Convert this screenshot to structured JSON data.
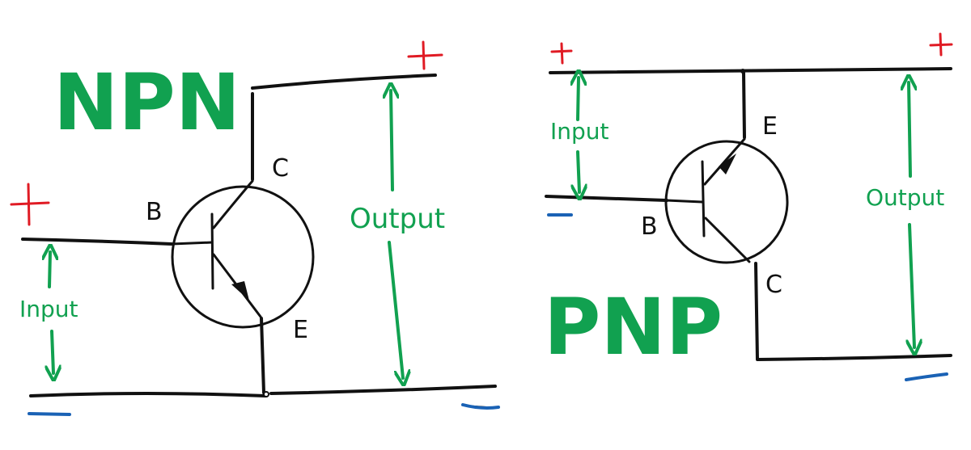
{
  "colors": {
    "wire": "#111111",
    "label": "#11a150",
    "positive": "#e01b24",
    "negative": "#1a62b5"
  },
  "npn": {
    "title": "NPN",
    "base": "B",
    "collector": "C",
    "emitter": "E",
    "input": "Input",
    "output": "Output",
    "plus": "+",
    "minus": "−"
  },
  "pnp": {
    "title": "PNP",
    "base": "B",
    "collector": "C",
    "emitter": "E",
    "input": "Input",
    "output": "Output",
    "plus": "+",
    "minus": "−"
  }
}
